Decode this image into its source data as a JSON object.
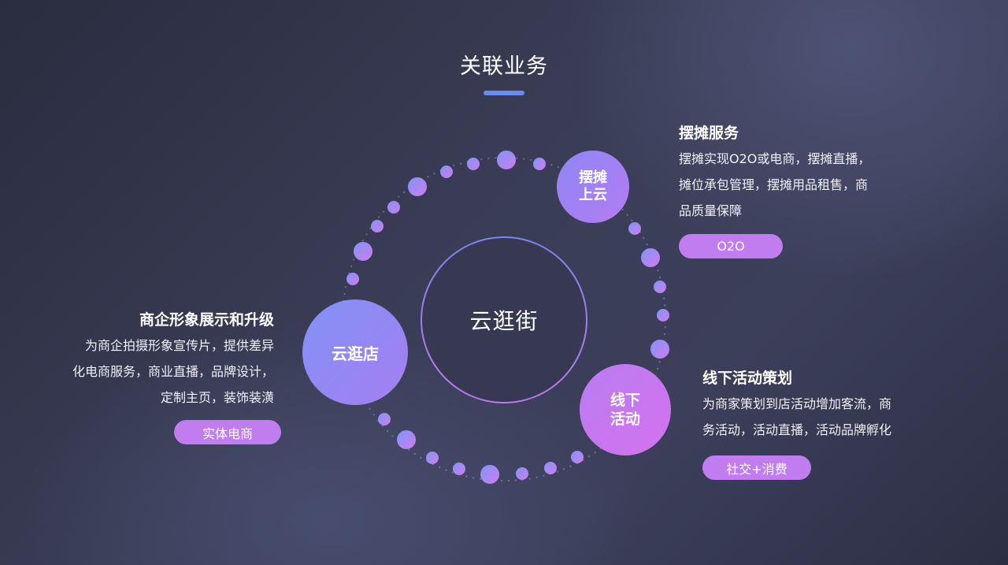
{
  "title": "关联业务",
  "center": {
    "label": "云逛街"
  },
  "nodes": {
    "top": {
      "line1": "摆摊",
      "line2": "上云"
    },
    "left": {
      "label": "云逛店"
    },
    "right": {
      "line1": "线下",
      "line2": "活动"
    }
  },
  "sections": {
    "top_right": {
      "heading": "摆摊服务",
      "lines": [
        "摆摊实现O2O或电商，摆摊直播，",
        "摊位承包管理，摆摊用品租售，商",
        "品质量保障"
      ],
      "tag": "O2O"
    },
    "left": {
      "heading": "商企形象展示和升级",
      "lines": [
        "为商企拍摄形象宣传片，提供差异",
        "化电商服务，商业直播，品牌设计，",
        "定制主页，装饰装潢"
      ],
      "tag": "实体电商"
    },
    "bottom_right": {
      "heading": "线下活动策划",
      "lines": [
        "为商家策划到店活动增加客流，商",
        "务活动，活动直播，活动品牌孵化"
      ],
      "tag": "社交+消费"
    }
  },
  "colors": {
    "accent_bar": "#6a8cf0",
    "tag": "#c17cf0",
    "dot_start": "#7f96f6",
    "dot_end": "#cf7bef"
  }
}
